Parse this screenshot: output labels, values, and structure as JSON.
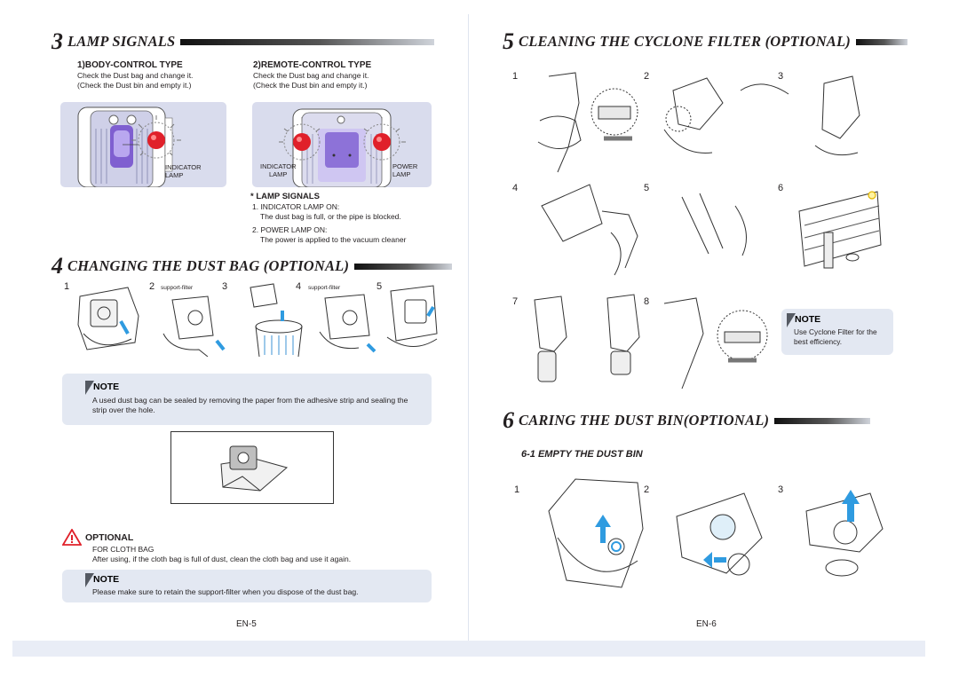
{
  "left": {
    "s3": {
      "num": "3",
      "title": "LAMP SIGNALS"
    },
    "body_type": {
      "heading": "1)BODY-CONTROL TYPE",
      "line1": "Check the Dust bag and change it.",
      "line2": "(Check the Dust bin and empty it.)",
      "lamp_label1": "INDICATOR",
      "lamp_label2": "LAMP"
    },
    "remote_type": {
      "heading": "2)REMOTE-CONTROL TYPE",
      "line1": "Check the Dust bag and change it.",
      "line2": "(Check the Dust bin and empty it.)",
      "left_label1": "INDICATOR",
      "left_label2": "LAMP",
      "right_label1": "POWER",
      "right_label2": "LAMP"
    },
    "lamp_signals": {
      "heading": "* LAMP SIGNALS",
      "item1_title": "1. INDICATOR LAMP ON:",
      "item1_desc": "The dust bag is full, or the pipe is blocked.",
      "item2_title": "2. POWER LAMP ON:",
      "item2_desc": "The power is applied to the vacuum cleaner"
    },
    "s4": {
      "num": "4",
      "title": "CHANGING THE DUST BAG (OPTIONAL)"
    },
    "steps": [
      "1",
      "2",
      "3",
      "4",
      "5"
    ],
    "support_filter": "support-filter",
    "note1": {
      "label": "NOTE",
      "text": "A used dust bag can be sealed by removing the paper from the adhesive strip and sealing the strip over the hole."
    },
    "optional": {
      "label": "OPTIONAL",
      "line1": "FOR CLOTH BAG",
      "line2": "After using, if the cloth bag is full of dust, clean the cloth bag and use it again."
    },
    "note2": {
      "label": "NOTE",
      "text": "Please make sure to retain the support-filter when you dispose of the dust bag."
    },
    "page_num": "EN-5"
  },
  "right": {
    "s5": {
      "num": "5",
      "title": "CLEANING THE CYCLONE FILTER (OPTIONAL)"
    },
    "steps": [
      "1",
      "2",
      "3",
      "4",
      "5",
      "6",
      "7",
      "8"
    ],
    "note": {
      "label": "NOTE",
      "text": "Use Cyclone Filter for the best efficiency."
    },
    "s6": {
      "num": "6",
      "title": "CARING THE DUST BIN(OPTIONAL)"
    },
    "sub": "6-1 EMPTY THE DUST BIN",
    "bin_steps": [
      "1",
      "2",
      "3"
    ],
    "page_num": "EN-6"
  },
  "colors": {
    "frame": "#e9edf6",
    "panel": "#d9dced",
    "note_bg": "#e3e8f2",
    "lamp_red": "#e0202a",
    "arrow_blue": "#2f9be0"
  }
}
